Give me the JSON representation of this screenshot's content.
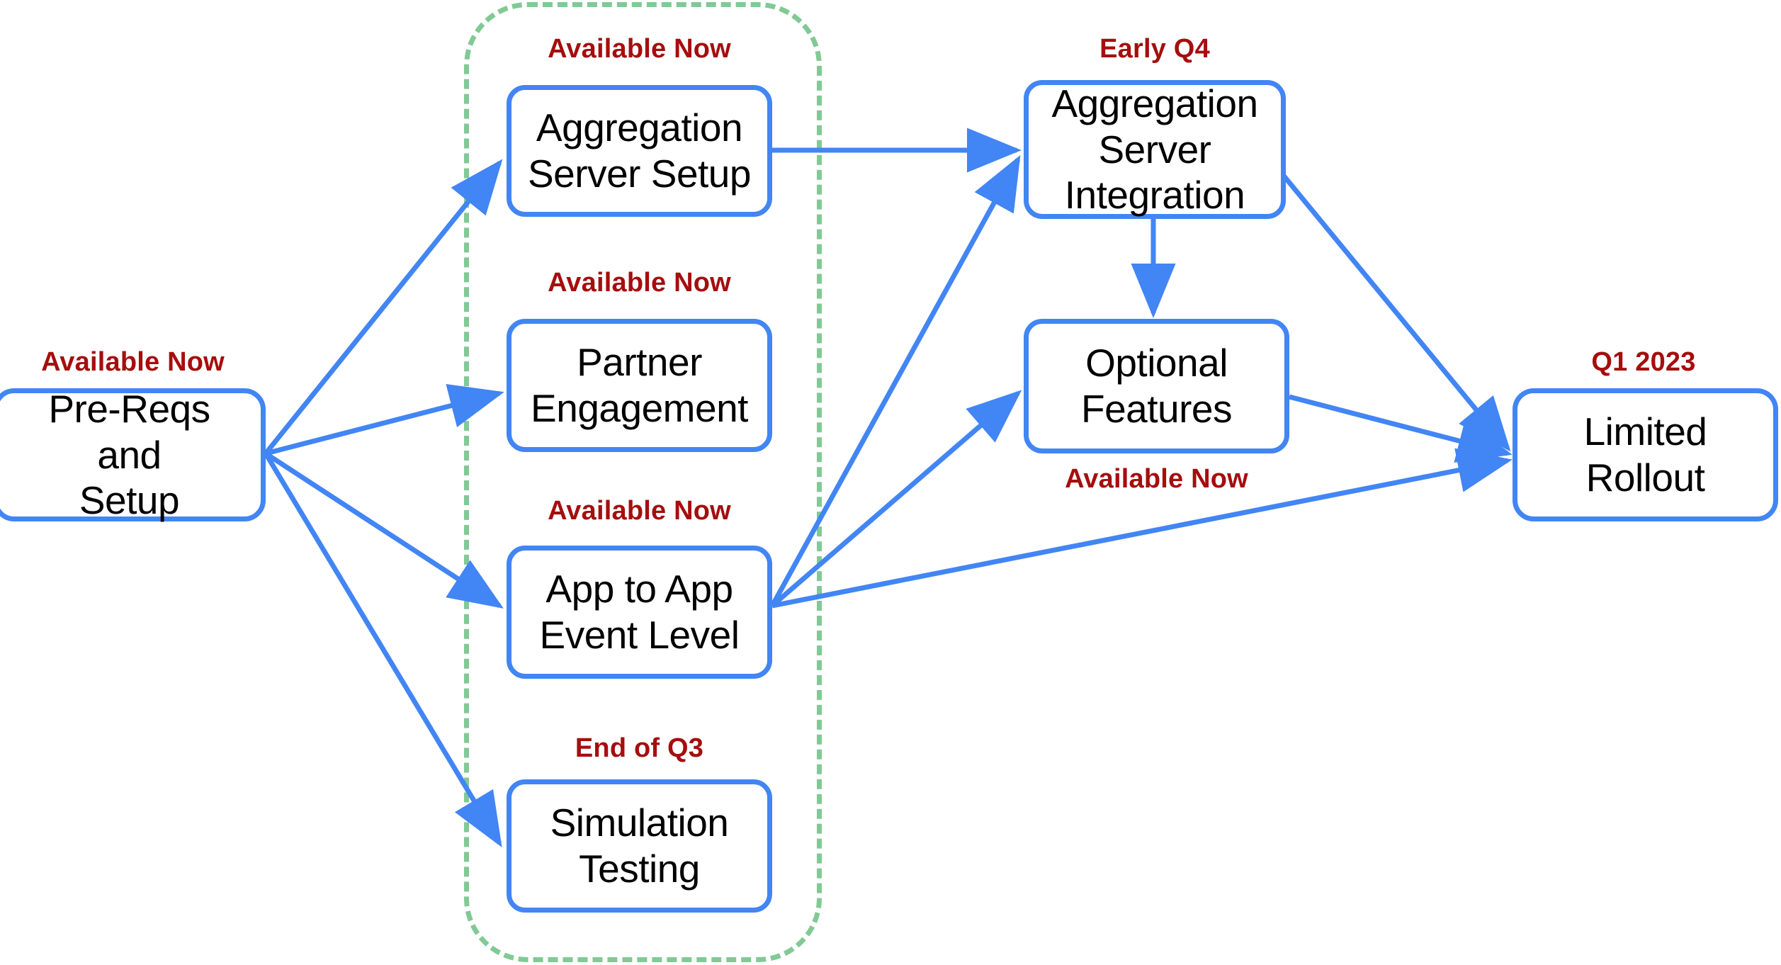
{
  "diagram": {
    "title": "Feature Rollout Timeline Flow",
    "colors": {
      "node_border": "#4285F4",
      "node_fill": "#FFFFFF",
      "node_text": "#000000",
      "phase_label": "#A50E0E",
      "group_border": "#81C995",
      "arrow": "#4285F4",
      "background": "#FFFFFF"
    },
    "group": {
      "name": "available-now-group",
      "style": "dashed rounded container"
    },
    "nodes": [
      {
        "id": "pre-reqs",
        "label": "Pre-Reqs and\nSetup",
        "line1": "Pre-Reqs and",
        "line2": "Setup",
        "line3": "",
        "phase": "Available Now",
        "phase_position": "above"
      },
      {
        "id": "agg-server-setup",
        "label": "Aggregation\nServer Setup",
        "line1": "Aggregation",
        "line2": "Server Setup",
        "line3": "",
        "phase": "Available Now",
        "phase_position": "above"
      },
      {
        "id": "partner-engagement",
        "label": "Partner\nEngagement",
        "line1": "Partner",
        "line2": "Engagement",
        "line3": "",
        "phase": "Available Now",
        "phase_position": "above"
      },
      {
        "id": "app-to-app",
        "label": "App to App\nEvent Level",
        "line1": "App to App",
        "line2": "Event Level",
        "line3": "",
        "phase": "Available Now",
        "phase_position": "above"
      },
      {
        "id": "simulation-testing",
        "label": "Simulation\nTesting",
        "line1": "Simulation",
        "line2": "Testing",
        "line3": "",
        "phase": "End of Q3",
        "phase_position": "above"
      },
      {
        "id": "agg-server-integration",
        "label": "Aggregation\nServer\nIntegration",
        "line1": "Aggregation",
        "line2": "Server",
        "line3": "Integration",
        "phase": "Early Q4",
        "phase_position": "above"
      },
      {
        "id": "optional-features",
        "label": "Optional\nFeatures",
        "line1": "Optional",
        "line2": "Features",
        "line3": "",
        "phase": "Available Now",
        "phase_position": "below"
      },
      {
        "id": "limited-rollout",
        "label": "Limited\nRollout",
        "line1": "Limited",
        "line2": "Rollout",
        "line3": "",
        "phase": "Q1 2023",
        "phase_position": "above"
      }
    ],
    "edges": [
      {
        "from": "pre-reqs",
        "to": "agg-server-setup"
      },
      {
        "from": "pre-reqs",
        "to": "partner-engagement"
      },
      {
        "from": "pre-reqs",
        "to": "app-to-app"
      },
      {
        "from": "pre-reqs",
        "to": "simulation-testing"
      },
      {
        "from": "agg-server-setup",
        "to": "agg-server-integration"
      },
      {
        "from": "app-to-app",
        "to": "agg-server-integration"
      },
      {
        "from": "app-to-app",
        "to": "optional-features"
      },
      {
        "from": "app-to-app",
        "to": "limited-rollout"
      },
      {
        "from": "agg-server-integration",
        "to": "optional-features"
      },
      {
        "from": "agg-server-integration",
        "to": "limited-rollout"
      },
      {
        "from": "optional-features",
        "to": "limited-rollout"
      }
    ]
  }
}
